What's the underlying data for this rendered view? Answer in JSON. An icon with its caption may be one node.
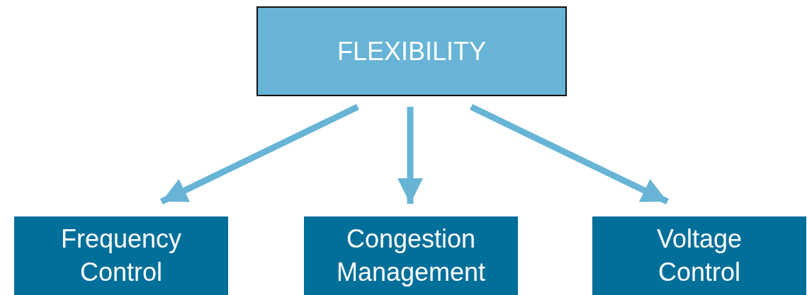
{
  "diagram": {
    "nodes": [
      {
        "text": [
          "FLEXIBILITY"
        ]
      },
      {
        "text": [
          "Frequency Control"
        ]
      },
      {
        "text": [
          "Congestion Management"
        ]
      },
      {
        "text": [
          "Voltage Control"
        ]
      }
    ],
    "edges": [
      {
        "from": 0,
        "to": 1,
        "arrow": "to"
      },
      {
        "from": 0,
        "to": 2,
        "arrow": "to"
      },
      {
        "from": 0,
        "to": 3,
        "arrow": "to"
      }
    ]
  }
}
